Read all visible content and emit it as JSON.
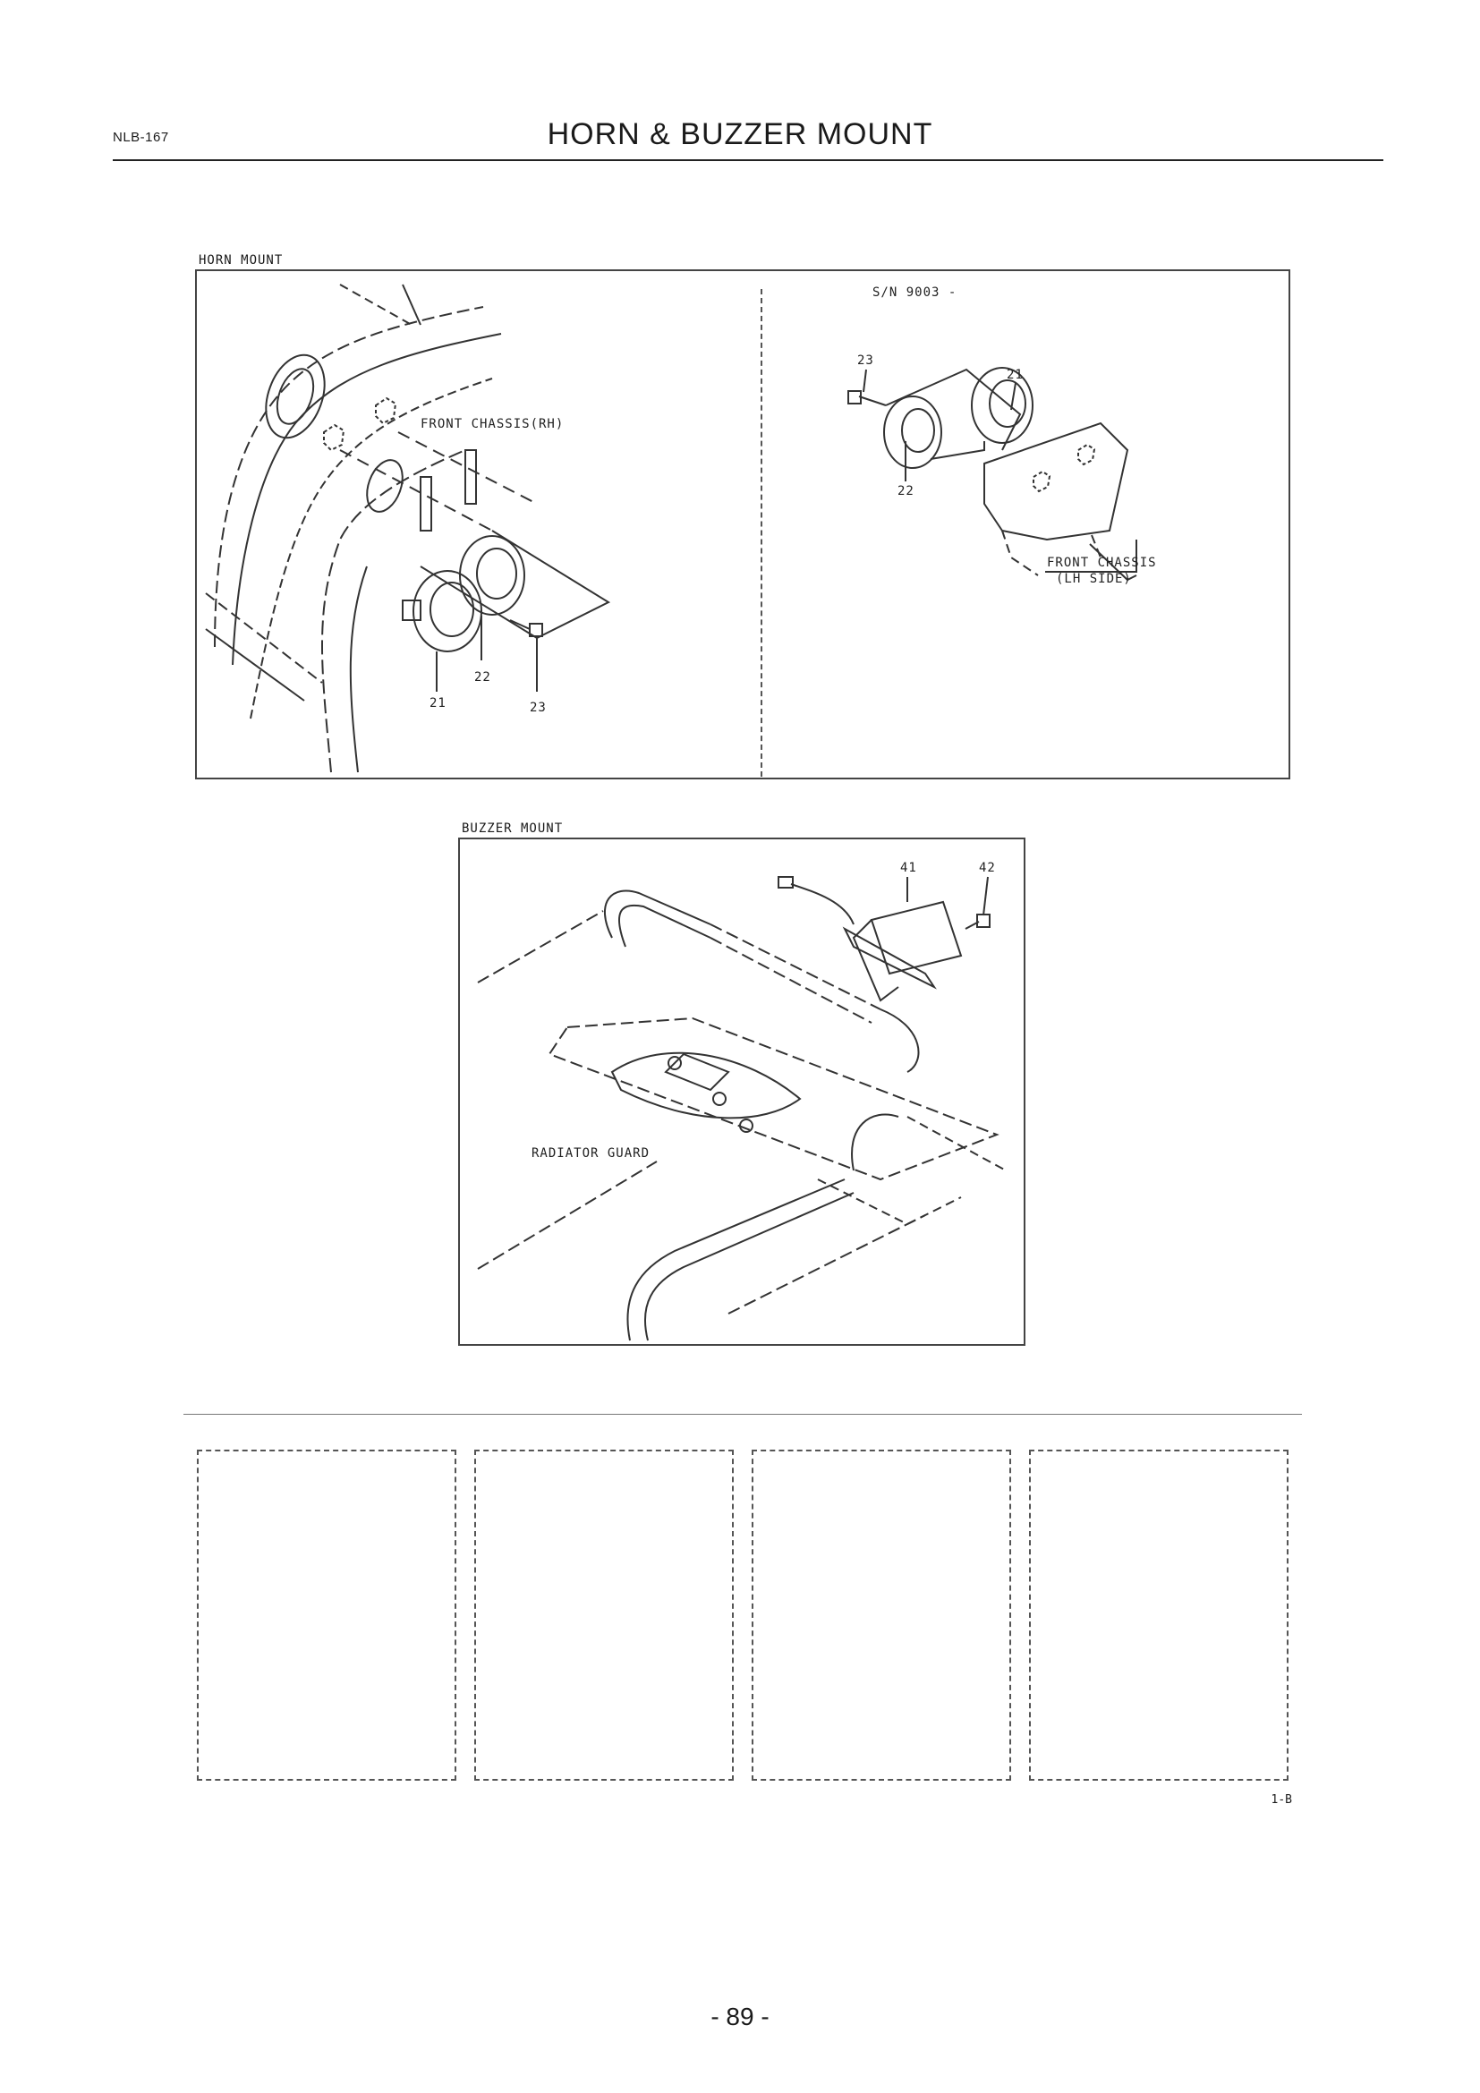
{
  "header": {
    "doc_code": "NLB-167",
    "title": "HORN & BUZZER MOUNT"
  },
  "horn_mount": {
    "label": "HORN MOUNT",
    "left_view": {
      "chassis_label": "FRONT CHASSIS(RH)",
      "callouts": [
        "21",
        "22",
        "23"
      ]
    },
    "right_view": {
      "serial_note": "S/N 9003 -",
      "chassis_label": "FRONT CHASSIS",
      "side_label": "(LH SIDE)",
      "callouts": [
        "23",
        "21",
        "22"
      ]
    }
  },
  "buzzer_mount": {
    "label": "BUZZER MOUNT",
    "part_label": "RADIATOR GUARD",
    "callouts": [
      "41",
      "42"
    ]
  },
  "footer": {
    "sheet_ref": "1-B",
    "page_number": "- 89 -"
  }
}
